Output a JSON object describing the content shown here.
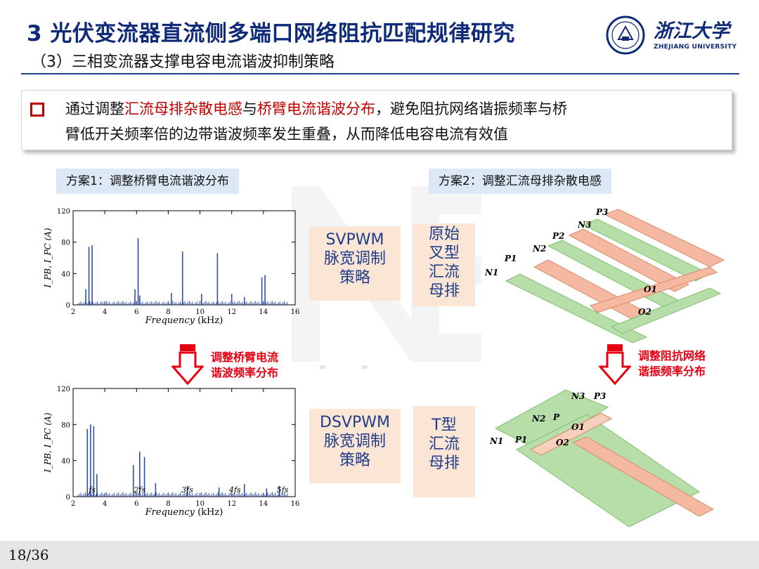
{
  "header": {
    "title": "3 光伏变流器直流侧多端口网络阻抗匹配规律研究",
    "subtitle": "（3）三相变流器支撑电容电流谐波抑制策略",
    "university_name": "浙江大学",
    "university_en": "ZHEJIANG UNIVERSITY",
    "accent_color": "#0e2a78"
  },
  "callout": {
    "line1_a": "通过调整",
    "line1_b": "汇流母排杂散电感",
    "line1_c": "与",
    "line1_d": "桥臂电流谐波分布",
    "line1_e": "，避免阻抗网络谐振频率与桥",
    "line2": "臂低开关频率倍的边带谐波频率发生重叠，从而降低电容电流有效值",
    "highlight_color": "#c00000"
  },
  "scheme1_label": "方案1：调整桥臂电流谐波分布",
  "scheme2_label": "方案2：调整汇流母排杂散电感",
  "boxes": {
    "svpwm": [
      "SVPWM",
      "脉宽调制",
      "策略"
    ],
    "original_busbar": [
      "原始",
      "叉型",
      "汇流",
      "母排"
    ],
    "dsvpwm": [
      "DSVPWM",
      "脉宽调制",
      "策略"
    ],
    "t_busbar": [
      "T型",
      "汇流",
      "母排"
    ]
  },
  "arrows": {
    "left": [
      "调整桥臂电流",
      "谐波频率分布"
    ],
    "right": [
      "调整阻抗网络",
      "谐振频率分布"
    ]
  },
  "busbar_labels": {
    "top": [
      "P3",
      "N3",
      "P2",
      "N2",
      "P1",
      "N1",
      "O1",
      "O2"
    ],
    "bottom": [
      "N3",
      "P3",
      "N2",
      "P",
      "O1",
      "N1",
      "P1",
      "O2"
    ]
  },
  "chart_data": [
    {
      "type": "bar",
      "ylabel": "I_PB, I_PC (A)",
      "xlabel": "Frequency (kHz)",
      "xlim": [
        2,
        16
      ],
      "ylim": [
        0,
        120
      ],
      "xticks": [
        2,
        4,
        6,
        8,
        10,
        12,
        14,
        16
      ],
      "yticks": [
        0,
        40,
        80,
        120
      ],
      "x": [
        2.8,
        3.0,
        3.2,
        5.9,
        6.1,
        6.2,
        8.2,
        8.9,
        10.1,
        11.1,
        12.0,
        12.8,
        13.9,
        14.1
      ],
      "values": [
        20,
        74,
        76,
        20,
        85,
        12,
        15,
        68,
        14,
        66,
        14,
        10,
        35,
        38
      ]
    },
    {
      "type": "bar",
      "ylabel": "I_PB, I_PC (A)",
      "xlabel": "Frequency (kHz)",
      "xlim": [
        2,
        16
      ],
      "ylim": [
        0,
        120
      ],
      "xticks": [
        2,
        4,
        6,
        8,
        10,
        12,
        14,
        16
      ],
      "yticks": [
        0,
        40,
        80,
        120
      ],
      "harmonic_labels": [
        "fs",
        "2fs",
        "3fs",
        "4fs",
        "5fs"
      ],
      "x": [
        2.9,
        3.1,
        3.3,
        3.5,
        5.8,
        6.2,
        6.5,
        7.2,
        9.2,
        11.2,
        12.8,
        14.2,
        15.0
      ],
      "values": [
        75,
        80,
        78,
        25,
        35,
        50,
        44,
        15,
        12,
        10,
        14,
        9,
        12
      ]
    }
  ],
  "footer": {
    "page": "18/36"
  }
}
